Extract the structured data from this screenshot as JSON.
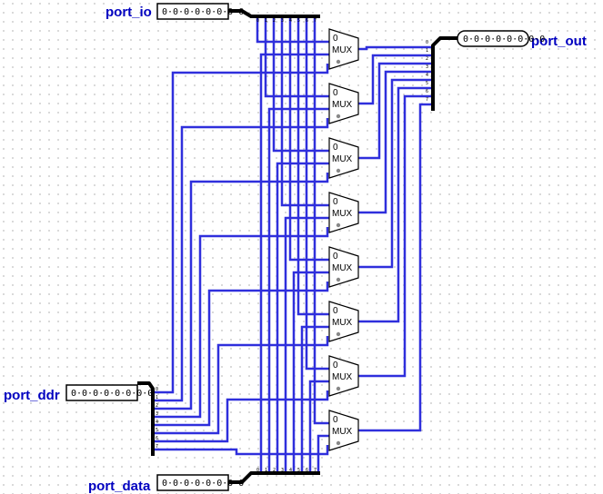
{
  "pins": {
    "port_io": {
      "label": "port_io",
      "value": "0·0·0·0·0·0·0·0"
    },
    "port_out": {
      "label": "port_out",
      "value": "0·0·0·0·0·0·0·0"
    },
    "port_ddr": {
      "label": "port_ddr",
      "value": "0·0·0·0·0·0·0·0"
    },
    "port_data": {
      "label": "port_data",
      "value": "0·0·0·0·0·0·0·0"
    }
  },
  "mux": {
    "label": "MUX",
    "select_label": "0",
    "count": 8
  },
  "splitter": {
    "bit_labels": [
      "0",
      "1",
      "2",
      "3",
      "4",
      "5",
      "6",
      "7"
    ]
  },
  "colors": {
    "wire": "#2f2fdc",
    "bus": "#000000",
    "label": "#0000c0"
  }
}
